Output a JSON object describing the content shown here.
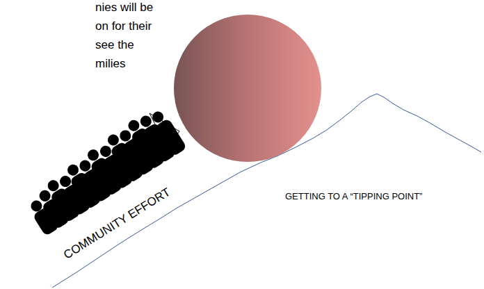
{
  "diagram": {
    "labels": [
      "nies will be",
      "on for their",
      "see the",
      "milies",
      "COMMUNITY EFFORT",
      "GETTING TO A “TIPPING POINT”"
    ]
  }
}
